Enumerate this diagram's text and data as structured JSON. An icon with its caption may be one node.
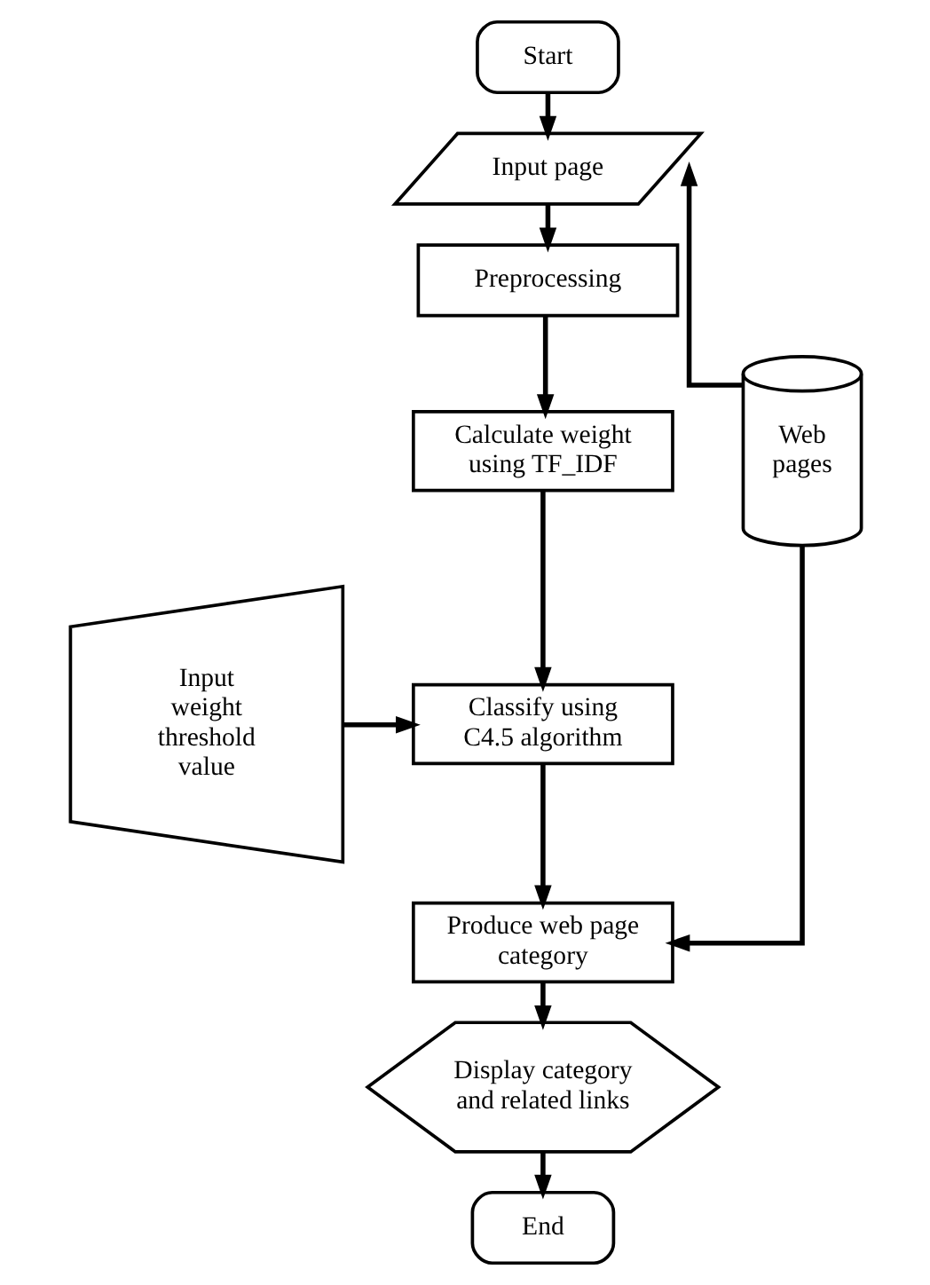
{
  "diagram": {
    "nodes": [
      {
        "text": [
          "Start"
        ]
      },
      {
        "text": [
          "Input page"
        ]
      },
      {
        "text": [
          "Preprocessing"
        ]
      },
      {
        "text": [
          "Calculate weight using TF_IDF"
        ]
      },
      {
        "text": [
          "Web pages"
        ]
      },
      {
        "text": [
          "Input weight threshold value"
        ]
      },
      {
        "text": [
          "Classify using C4.5 algorithm"
        ]
      },
      {
        "text": [
          "Produce web page category"
        ]
      },
      {
        "text": [
          "Display category and related links"
        ]
      },
      {
        "text": [
          "End"
        ]
      }
    ],
    "edges": [
      {
        "from": 0,
        "to": 1,
        "arrow": "to"
      },
      {
        "from": 1,
        "to": 2,
        "arrow": "to"
      },
      {
        "from": 2,
        "to": 3,
        "arrow": "to"
      },
      {
        "from": 3,
        "to": 6,
        "arrow": "to"
      },
      {
        "from": 5,
        "to": 6,
        "arrow": "to"
      },
      {
        "from": 6,
        "to": 7,
        "arrow": "to"
      },
      {
        "from": 7,
        "to": 8,
        "arrow": "to"
      },
      {
        "from": 8,
        "to": 9,
        "arrow": "to"
      },
      {
        "from": 4,
        "to": 1,
        "arrow": "to"
      },
      {
        "from": 4,
        "to": 7,
        "arrow": "to"
      }
    ]
  }
}
